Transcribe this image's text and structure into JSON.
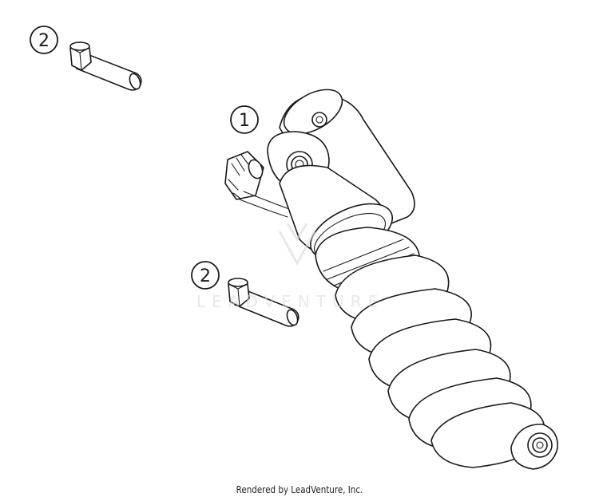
{
  "callouts": [
    {
      "label": "2"
    },
    {
      "label": "1"
    },
    {
      "label": "2"
    }
  ],
  "watermark": {
    "text": "LEADVENTURE"
  },
  "footer": {
    "credit": "Rendered by LeadVenture, Inc."
  }
}
